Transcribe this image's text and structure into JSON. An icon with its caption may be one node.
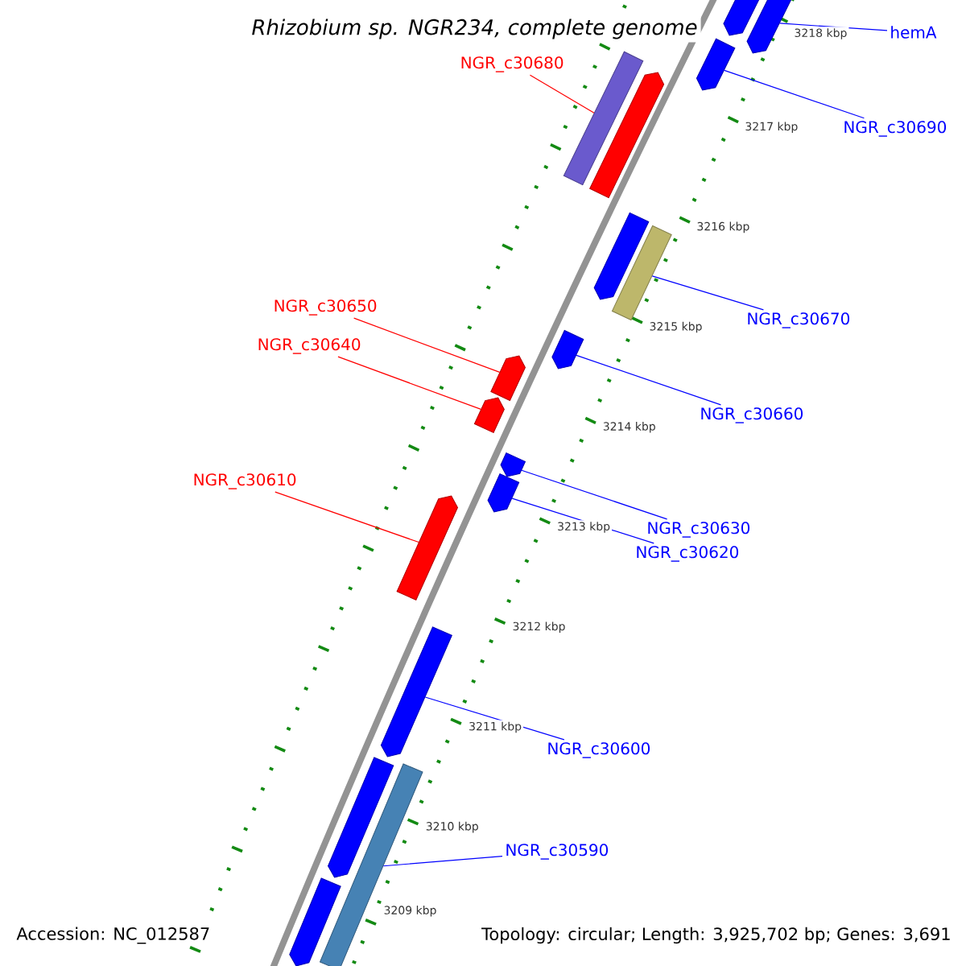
{
  "diagram": {
    "title": "Rhizobium sp. NGR234, complete genome",
    "nodes": [
      {
        "text": [
          "hemA"
        ]
      },
      {
        "text": [
          "NGR_c30680"
        ]
      },
      {
        "text": [
          "NGR_c30690"
        ]
      },
      {
        "text": [
          "NGR_c30650"
        ]
      },
      {
        "text": [
          "NGR_c30670"
        ]
      },
      {
        "text": [
          "NGR_c30640"
        ]
      },
      {
        "text": [
          "NGR_c30660"
        ]
      },
      {
        "text": [
          "NGR_c30610"
        ]
      },
      {
        "text": [
          "NGR_c30630"
        ]
      },
      {
        "text": [
          "NGR_c30620"
        ]
      },
      {
        "text": [
          "NGR_c30600"
        ]
      },
      {
        "text": [
          "NGR_c30590"
        ]
      },
      {
        "text": [],
        "shape": "pentagon"
      },
      {
        "text": [],
        "shape": "pentagon"
      },
      {
        "text": [],
        "shape": "pentagon"
      },
      {
        "text": [],
        "shape": "box"
      },
      {
        "text": [],
        "shape": "pentagon"
      },
      {
        "text": [],
        "shape": "pentagon"
      },
      {
        "text": [],
        "shape": "box"
      },
      {
        "text": [],
        "shape": "pentagon"
      },
      {
        "text": [],
        "shape": "pentagon"
      },
      {
        "text": [],
        "shape": "pentagon"
      },
      {
        "text": [],
        "shape": "pentagon"
      },
      {
        "text": [],
        "shape": "pentagon"
      },
      {
        "text": [],
        "shape": "pentagon"
      },
      {
        "text": [],
        "shape": "pentagon"
      },
      {
        "text": [],
        "shape": "pentagon"
      },
      {
        "text": [],
        "shape": "box"
      },
      {
        "text": [],
        "shape": "pentagon"
      }
    ],
    "edges": [
      {
        "from": 0,
        "to": 12,
        "arrow": "none"
      },
      {
        "from": 1,
        "to": 15,
        "arrow": "none",
        "color": "#ff0000"
      },
      {
        "from": 2,
        "to": 14,
        "arrow": "none"
      },
      {
        "from": 3,
        "to": 20,
        "arrow": "none",
        "color": "#ff0000"
      },
      {
        "from": 4,
        "to": 18,
        "arrow": "none"
      },
      {
        "from": 5,
        "to": 21,
        "arrow": "none",
        "color": "#ff0000"
      },
      {
        "from": 6,
        "to": 19,
        "arrow": "none"
      },
      {
        "from": 7,
        "to": 24,
        "arrow": "none",
        "color": "#ff0000"
      },
      {
        "from": 8,
        "to": 22,
        "arrow": "none"
      },
      {
        "from": 9,
        "to": 23,
        "arrow": "none"
      },
      {
        "from": 10,
        "to": 25,
        "arrow": "none"
      },
      {
        "from": 11,
        "to": 27,
        "arrow": "none"
      }
    ],
    "labels": [
      "3218 kbp",
      "3217 kbp",
      "3216 kbp",
      "3215 kbp",
      "3214 kbp",
      "3213 kbp",
      "3212 kbp",
      "3211 kbp",
      "3210 kbp",
      "3209 kbp",
      "Accession: NC_012587",
      "Topology: circular; Length: 3,925,702 bp; Genes: 3,691"
    ]
  }
}
